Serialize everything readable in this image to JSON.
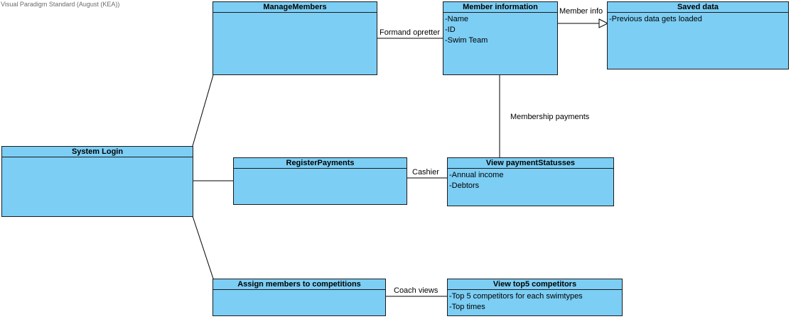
{
  "watermark": "Visual Paradigm Standard (August (KEA))",
  "classes": {
    "manage_members": {
      "title": "ManageMembers",
      "attributes": []
    },
    "member_information": {
      "title": "Member information",
      "attributes": [
        "-Name",
        "-ID",
        "-Swim Team"
      ]
    },
    "saved_data": {
      "title": "Saved data",
      "attributes": [
        "-Previous data gets loaded"
      ]
    },
    "system_login": {
      "title": "System Login",
      "attributes": []
    },
    "register_payments": {
      "title": "RegisterPayments",
      "attributes": []
    },
    "view_payment_statusses": {
      "title": "View paymentStatusses",
      "attributes": [
        "-Annual income",
        "-Debtors"
      ]
    },
    "assign_members": {
      "title": "Assign members to competitions",
      "attributes": []
    },
    "view_top5": {
      "title": "View top5 competitors",
      "attributes": [
        "-Top 5 competitors for each swimtypes",
        "-Top times"
      ]
    }
  },
  "association_labels": {
    "formand_opretter": "Formand opretter",
    "member_info": "Member info",
    "membership_payments": "Membership payments",
    "cashier": "Cashier",
    "coach_views": "Coach views"
  }
}
